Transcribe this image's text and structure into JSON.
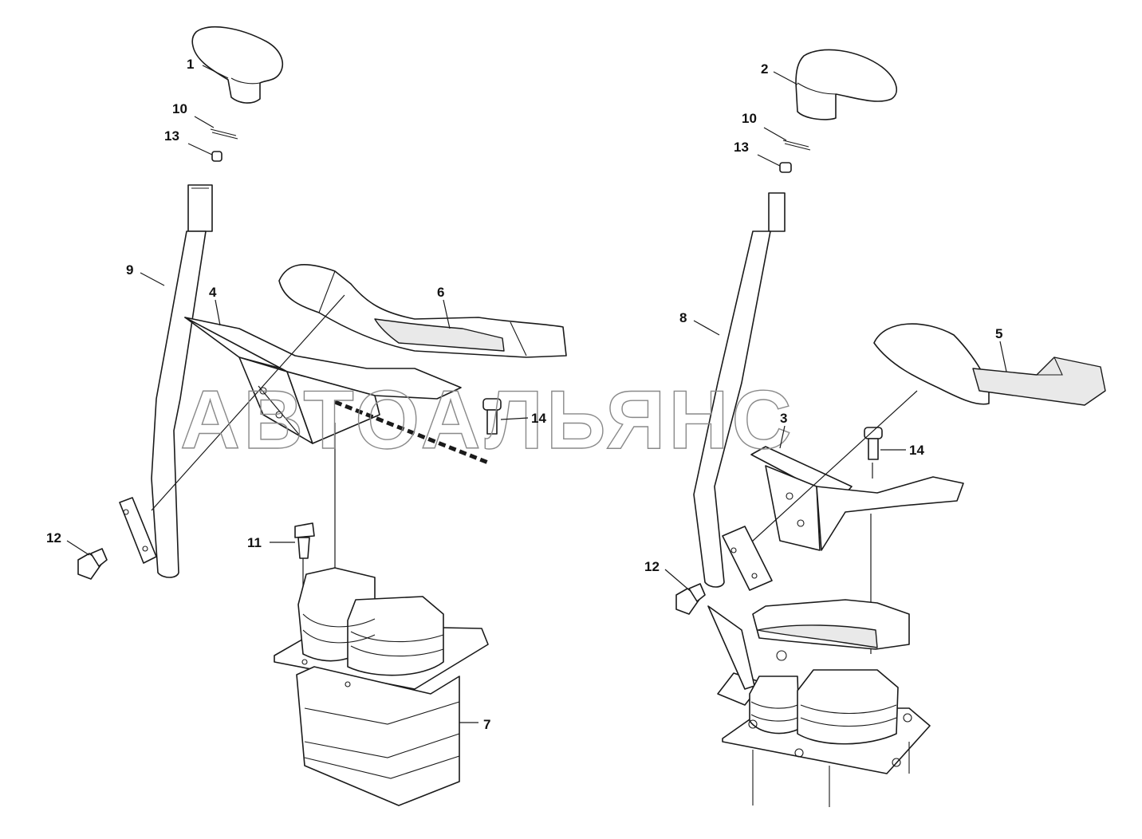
{
  "watermark": "АВТОАЛЬЯНС",
  "callouts": {
    "left_1": "1",
    "left_10": "10",
    "left_13": "13",
    "left_9": "9",
    "left_4": "4",
    "left_6": "6",
    "left_14": "14",
    "left_12": "12",
    "left_11": "11",
    "left_7": "7",
    "right_2": "2",
    "right_10": "10",
    "right_13": "13",
    "right_8": "8",
    "right_5": "5",
    "right_3": "3",
    "right_14": "14",
    "right_12": "12"
  }
}
